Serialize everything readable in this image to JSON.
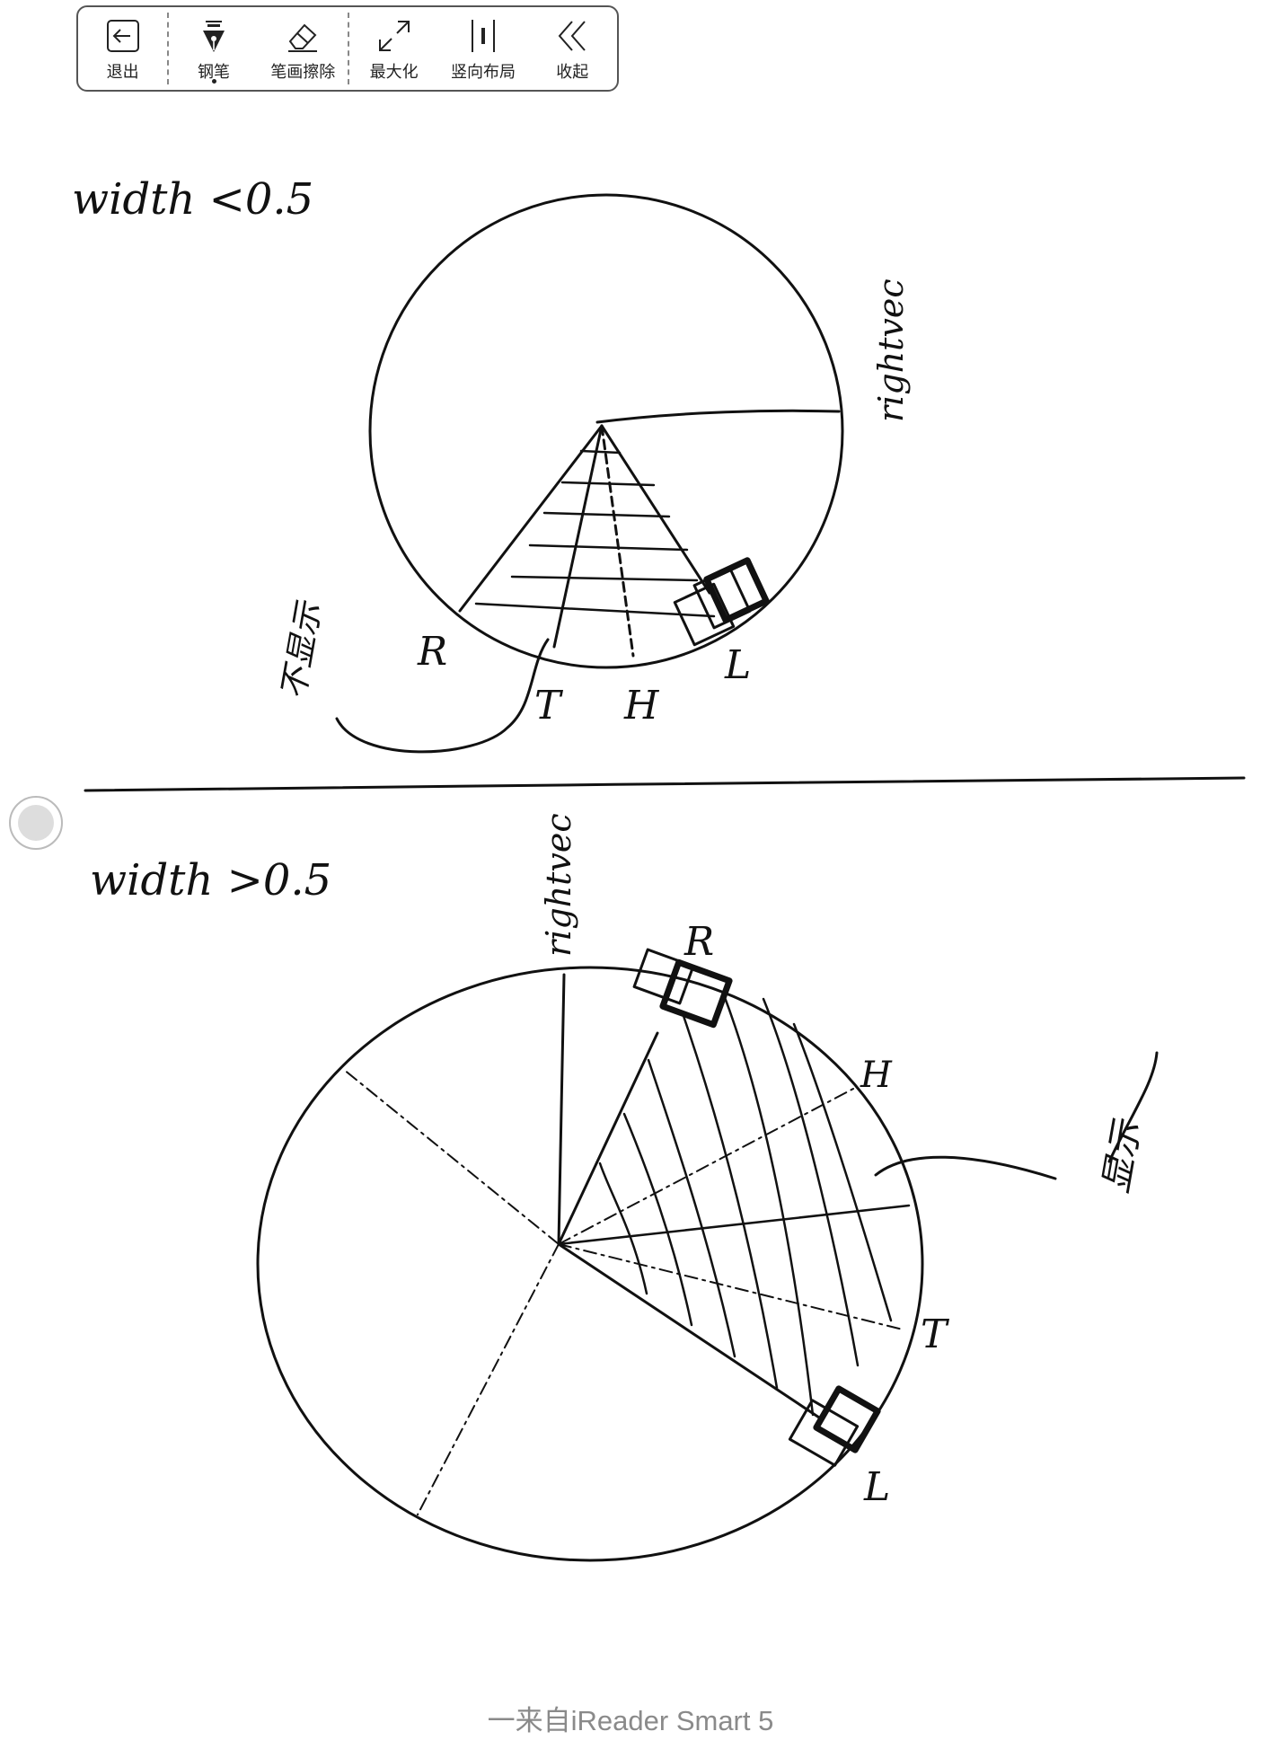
{
  "toolbar": {
    "buttons": [
      {
        "label": "退出",
        "icon": "exit-icon"
      },
      {
        "label": "钢笔",
        "icon": "pen-icon"
      },
      {
        "label": "笔画擦除",
        "icon": "eraser-icon"
      },
      {
        "label": "最大化",
        "icon": "maximize-icon"
      },
      {
        "label": "竖向布局",
        "icon": "vertical-layout-icon"
      },
      {
        "label": "收起",
        "icon": "collapse-icon"
      }
    ]
  },
  "sketch_top": {
    "title": "width <0.5",
    "side_label": "rightvec",
    "labels": {
      "r": "R",
      "t": "T",
      "h": "H",
      "l": "L"
    },
    "note": "不显示"
  },
  "sketch_bottom": {
    "title": "width >0.5",
    "side_label": "rightvec",
    "labels": {
      "r": "R",
      "h": "H",
      "t": "T",
      "l": "L"
    },
    "note": "显示"
  },
  "footer": {
    "text": "一来自iReader Smart 5"
  }
}
